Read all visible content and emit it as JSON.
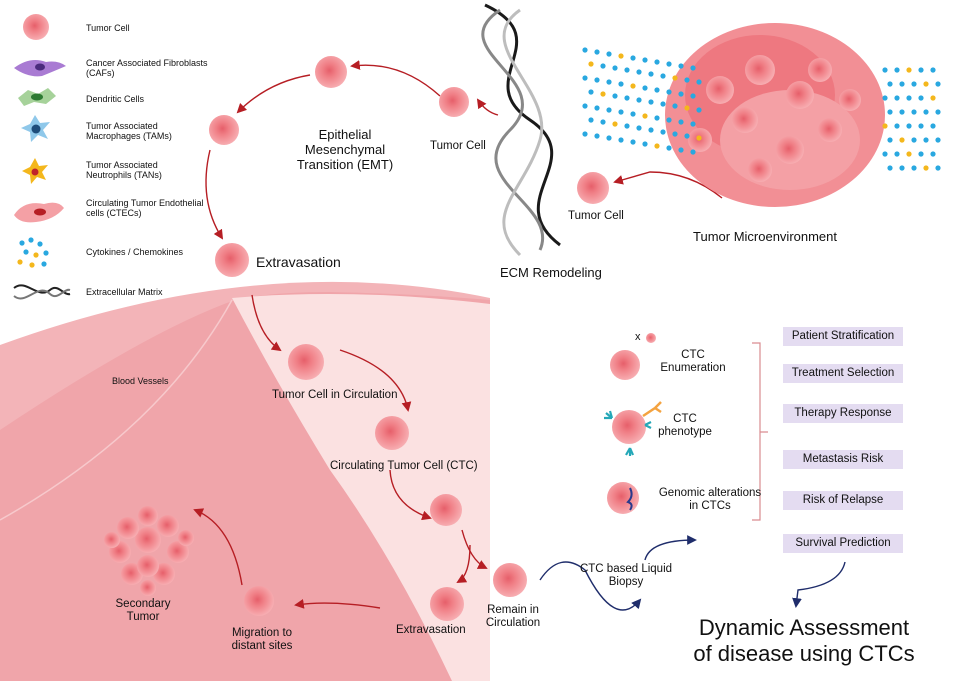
{
  "colors": {
    "vessel_outer": "#f3b4b8",
    "vessel_inner": "#fbe1e1",
    "cell": "#f07f86",
    "cell_nucleus": "#d94b57",
    "arrow": "#b61e24",
    "arrow_blue": "#1f2d6b",
    "pill": "#e4dcf1",
    "cytokine_blue": "#29a8e0",
    "cytokine_yellow": "#f4b71c"
  },
  "legend": {
    "tumor_cell": "Tumor Cell",
    "cafs": "Cancer Associated Fibroblasts (CAFs)",
    "dendritic": "Dendritic Cells",
    "tams": "Tumor Associated Macrophages (TAMs)",
    "tans": "Tumor Associated Neutrophils (TANs)",
    "ctecs": "Circulating Tumor Endothelial cells (CTECs)",
    "cytokines": "Cytokines / Chemokines",
    "ecm": "Extracellular Matrix"
  },
  "labels": {
    "emt": "Epithelial Mesenchymal Transition (EMT)",
    "tumor_cell_top": "Tumor Cell",
    "tumor_cell_mid": "Tumor Cell",
    "ecm_remodeling": "ECM Remodeling",
    "tumor_microenvironment": "Tumor Microenvironment",
    "extravasation_top": "Extravasation",
    "blood_vessels": "Blood Vessels",
    "tumor_cell_in_circulation": "Tumor Cell in Circulation",
    "ctc": "Circulating Tumor Cell (CTC)",
    "remain_in_circulation": "Remain in Circulation",
    "extravasation_bottom": "Extravasation",
    "migration": "Migration to distant sites",
    "secondary_tumor": "Secondary Tumor",
    "liquid_biopsy": "CTC based Liquid Biopsy",
    "ctc_enumeration": "CTC Enumeration",
    "ctc_phenotype": "CTC phenotype",
    "genomic": "Genomic alterations in CTCs",
    "x_mark": "x",
    "dynamic_assessment": "Dynamic Assessment of disease using CTCs"
  },
  "applications": [
    "Patient Stratification",
    "Treatment Selection",
    "Therapy Response",
    "Metastasis Risk",
    "Risk of Relapse",
    "Survival Prediction"
  ]
}
